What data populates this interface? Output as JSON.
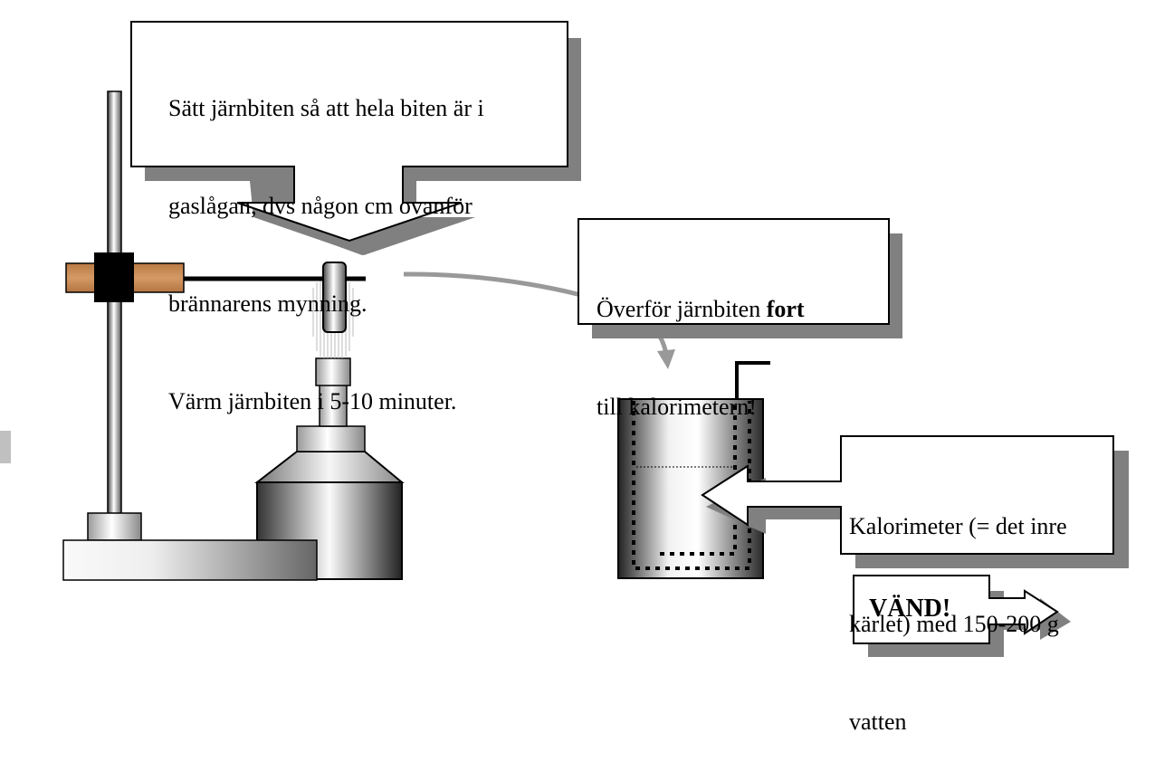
{
  "callouts": {
    "heat": {
      "lines": [
        "Sätt järnbiten så att hela biten är i",
        "gaslågan, dvs någon cm ovanför",
        "brännarens mynning.",
        "Värm järnbiten i 5-10 minuter."
      ]
    },
    "transfer": {
      "line1_prefix": "Överför järnbiten ",
      "line1_bold": "fort",
      "line2": "till kalorimetern!"
    },
    "calorimeter": {
      "lines": [
        "Kalorimeter (= det inre",
        "kärlet) med 150-200 g",
        "vatten"
      ]
    },
    "turn": {
      "label": "VÄND!"
    }
  },
  "colors": {
    "shadow": "#808080",
    "wood": "#c98a55",
    "clamp": "#000000",
    "outline": "#000000",
    "flow_arrow": "#999999"
  }
}
